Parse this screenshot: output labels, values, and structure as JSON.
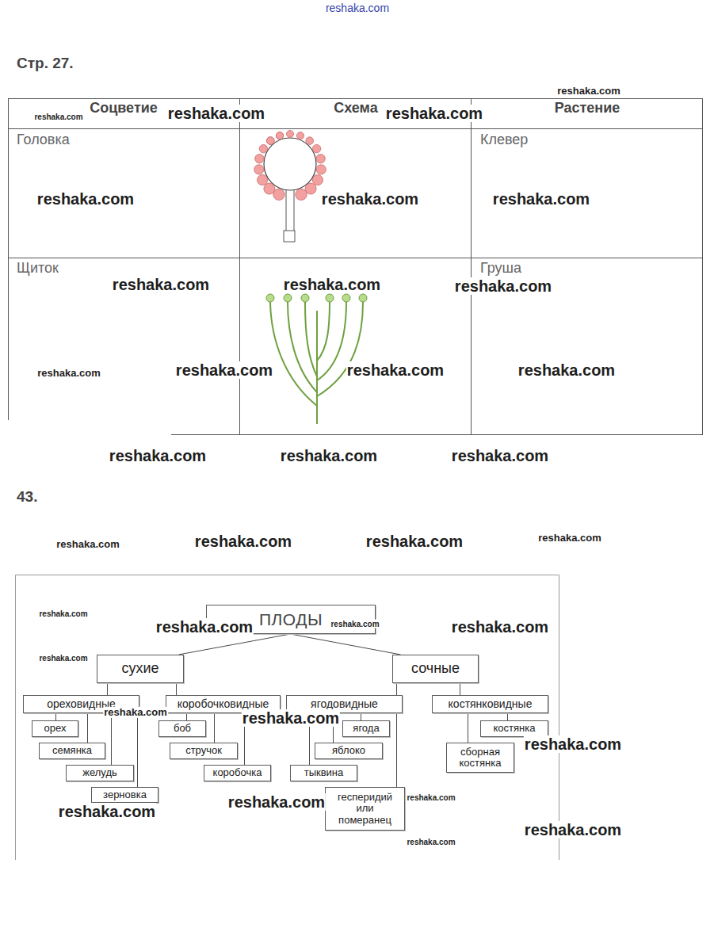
{
  "diagram": {
    "title": "Стр. 27.",
    "nodes": [
      {
        "text": [
          "ПЛОДЫ"
        ]
      },
      {
        "text": [
          "сухие"
        ]
      },
      {
        "text": [
          "сочные"
        ]
      },
      {
        "text": [
          "ореховидные"
        ]
      },
      {
        "text": [
          "коробочковидные"
        ]
      },
      {
        "text": [
          "ягодовидные"
        ]
      },
      {
        "text": [
          "костянковидные"
        ]
      },
      {
        "text": [
          "орех"
        ]
      },
      {
        "text": [
          "семянка"
        ]
      },
      {
        "text": [
          "желудь"
        ]
      },
      {
        "text": [
          "зерновка"
        ]
      },
      {
        "text": [
          "боб"
        ]
      },
      {
        "text": [
          "стручок"
        ]
      },
      {
        "text": [
          "коробочка"
        ]
      },
      {
        "text": [
          "ягода"
        ]
      },
      {
        "text": [
          "яблоко"
        ]
      },
      {
        "text": [
          "тыквина"
        ]
      },
      {
        "text": [
          "гесперидий или померанец"
        ]
      },
      {
        "text": [
          "костянка"
        ]
      },
      {
        "text": [
          "сборная костянка"
        ]
      }
    ],
    "edges": [
      {
        "from": 0,
        "to": 1,
        "arrow": "none"
      },
      {
        "from": 0,
        "to": 2,
        "arrow": "none"
      },
      {
        "from": 1,
        "to": 3,
        "arrow": "none"
      },
      {
        "from": 1,
        "to": 4,
        "arrow": "none"
      },
      {
        "from": 2,
        "to": 5,
        "arrow": "none"
      },
      {
        "from": 2,
        "to": 6,
        "arrow": "none"
      },
      {
        "from": 3,
        "to": 7,
        "arrow": "none"
      },
      {
        "from": 3,
        "to": 8,
        "arrow": "none"
      },
      {
        "from": 3,
        "to": 9,
        "arrow": "none"
      },
      {
        "from": 3,
        "to": 10,
        "arrow": "none"
      },
      {
        "from": 4,
        "to": 11,
        "arrow": "none"
      },
      {
        "from": 4,
        "to": 12,
        "arrow": "none"
      },
      {
        "from": 4,
        "to": 13,
        "arrow": "none"
      },
      {
        "from": 5,
        "to": 14,
        "arrow": "none"
      },
      {
        "from": 5,
        "to": 15,
        "arrow": "none"
      },
      {
        "from": 5,
        "to": 16,
        "arrow": "none"
      },
      {
        "from": 5,
        "to": 17,
        "arrow": "none"
      },
      {
        "from": 6,
        "to": 18,
        "arrow": "none"
      },
      {
        "from": 6,
        "to": 19,
        "arrow": "none"
      }
    ],
    "labels": [
      "reshaka.com",
      "reshaka.com",
      "Соцветие",
      "reshaka.com",
      "reshaka.com",
      "Схема",
      "reshaka.com",
      "Растение",
      "Головка",
      "Клевер",
      "reshaka.com",
      "reshaka.com",
      "reshaka.com",
      "Щиток",
      "Груша",
      "reshaka.com",
      "reshaka.com",
      "reshaka.com",
      "reshaka.com",
      "reshaka.com",
      "reshaka.com",
      "reshaka.com",
      "reshaka.com",
      "reshaka.com",
      "reshaka.com",
      "43.",
      "reshaka.com",
      "reshaka.com",
      "reshaka.com",
      "reshaka.com",
      "reshaka.com",
      "reshaka.com",
      "reshaka.com",
      "reshaka.com",
      "reshaka.com",
      "reshaka.com",
      "reshaka.com",
      "reshaka.com",
      "reshaka.com",
      "reshaka.com",
      "reshaka.com",
      "reshaka.com",
      "reshaka.com"
    ]
  }
}
